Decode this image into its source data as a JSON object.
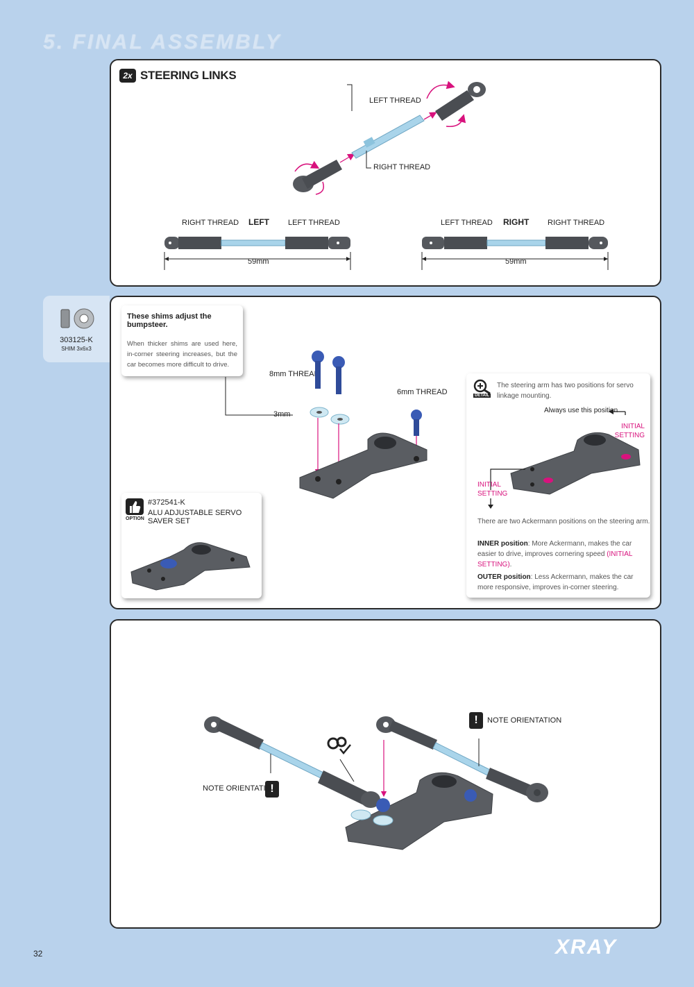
{
  "page": {
    "section_title": "5. FINAL ASSEMBLY",
    "page_number": "32",
    "brand": "XRAY"
  },
  "steering_links": {
    "qty_badge": "2x",
    "title": "STEERING LINKS",
    "top_left_thread": "LEFT THREAD",
    "top_right_thread": "RIGHT THREAD",
    "left_link": {
      "label_left": "RIGHT THREAD",
      "marker": "LEFT",
      "label_right": "LEFT THREAD",
      "length": "59mm"
    },
    "right_link": {
      "label_left": "LEFT THREAD",
      "marker": "RIGHT",
      "label_right": "RIGHT THREAD",
      "length": "59mm"
    }
  },
  "parts_tab": {
    "part_no": "303125-K",
    "part_desc": "SHIM 3x6x3"
  },
  "bumpsteer_note": {
    "title": "These shims adjust the bumpsteer.",
    "body": "When thicker shims are used here, in-corner steering increases, but the car becomes more difficult to drive."
  },
  "assembly_labels": {
    "thread_8mm": "8mm THREAD",
    "thread_6mm": "6mm THREAD",
    "shim_3mm": "3mm"
  },
  "option_box": {
    "icon_label": "OPTION",
    "part_no": "#372541-K",
    "name": "ALU ADJUSTABLE SERVO SAVER SET"
  },
  "detail_box": {
    "icon_label": "DETAIL",
    "intro": "The steering arm has two positions for servo linkage mounting.",
    "always_use": "Always use this position",
    "initial_setting_right": "INITIAL SETTING",
    "initial_setting_left": "INITIAL SETTING",
    "ackermann_intro": "There are two Ackermann positions on the steering arm.",
    "inner_label": "INNER position",
    "inner_text": ": More Ackermann, makes the car easier to drive, improves cornering speed ",
    "inner_highlight": "(INITIAL SETTING)",
    "inner_end": ".",
    "outer_label": "OUTER position",
    "outer_text": ": Less Ackermann, makes the car more responsive, improves in-corner steering."
  },
  "final_step": {
    "note_top": "NOTE ORIENTATION",
    "note_left": "NOTE ORIENTATION"
  },
  "colors": {
    "background": "#b9d2ec",
    "accent_magenta": "#d8127d",
    "part_grey": "#5a5d62",
    "rod_blue": "#a9d4ea",
    "ball_blue": "#3a5bb5"
  }
}
